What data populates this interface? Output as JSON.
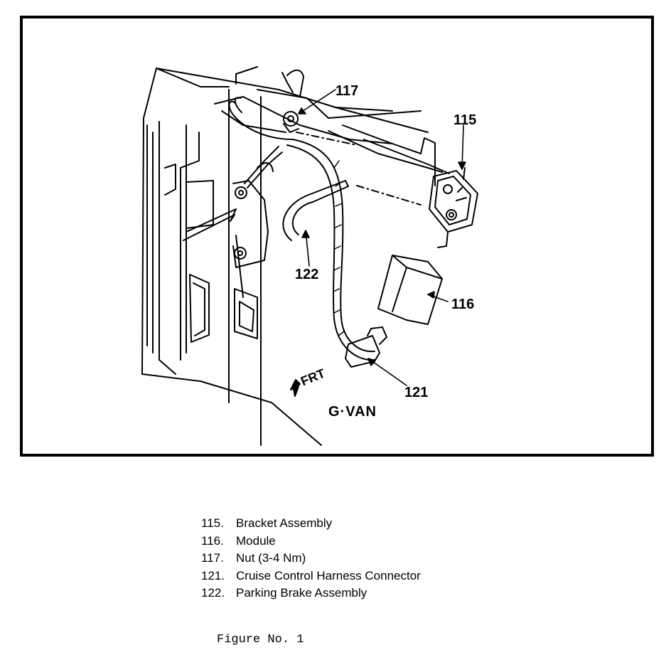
{
  "diagram": {
    "callouts": {
      "c115": "115",
      "c116": "116",
      "c117": "117",
      "c121": "121",
      "c122": "122"
    },
    "orientation_label": "FRT",
    "variant_label": "G·VAN"
  },
  "legend": [
    {
      "number": "115.",
      "text": "Bracket Assembly"
    },
    {
      "number": "116.",
      "text": "Module"
    },
    {
      "number": "117.",
      "text": "Nut (3-4 Nm)"
    },
    {
      "number": "121.",
      "text": "Cruise Control Harness Connector"
    },
    {
      "number": "122.",
      "text": "Parking Brake Assembly"
    }
  ],
  "caption": "Figure No. 1"
}
